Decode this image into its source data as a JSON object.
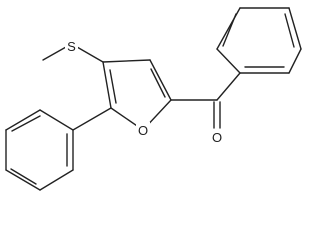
{
  "molecule": {
    "atoms": {
      "sulfur": "S",
      "ring_oxygen": "O",
      "carbonyl_oxygen": "O"
    },
    "colors": {
      "bond": "#222222",
      "background": "#ffffff"
    }
  }
}
